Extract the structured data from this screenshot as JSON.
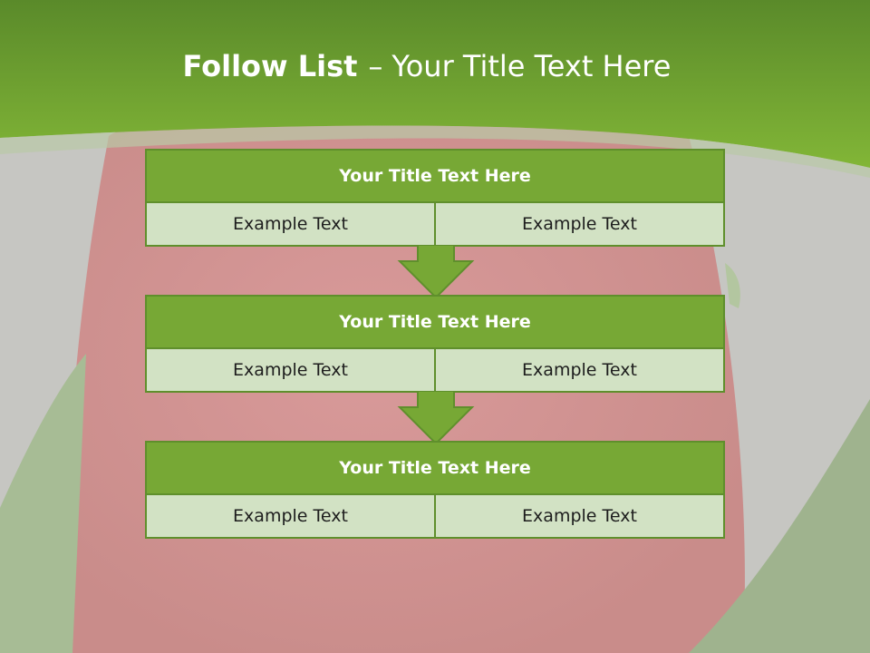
{
  "slide": {
    "title_bold": "Follow List",
    "title_separator": "–",
    "title_rest": "Your Title Text Here"
  },
  "steps": [
    {
      "title": "Your Title Text Here",
      "left": "Example Text",
      "right": "Example Text"
    },
    {
      "title": "Your Title Text Here",
      "left": "Example Text",
      "right": "Example Text"
    },
    {
      "title": "Your Title Text Here",
      "left": "Example Text",
      "right": "Example Text"
    }
  ],
  "colors": {
    "header_green": "#77a835",
    "border_green": "#5f8f2c",
    "cell_fill": "#d2e2c4",
    "background_gray": "#c8c8c4"
  }
}
